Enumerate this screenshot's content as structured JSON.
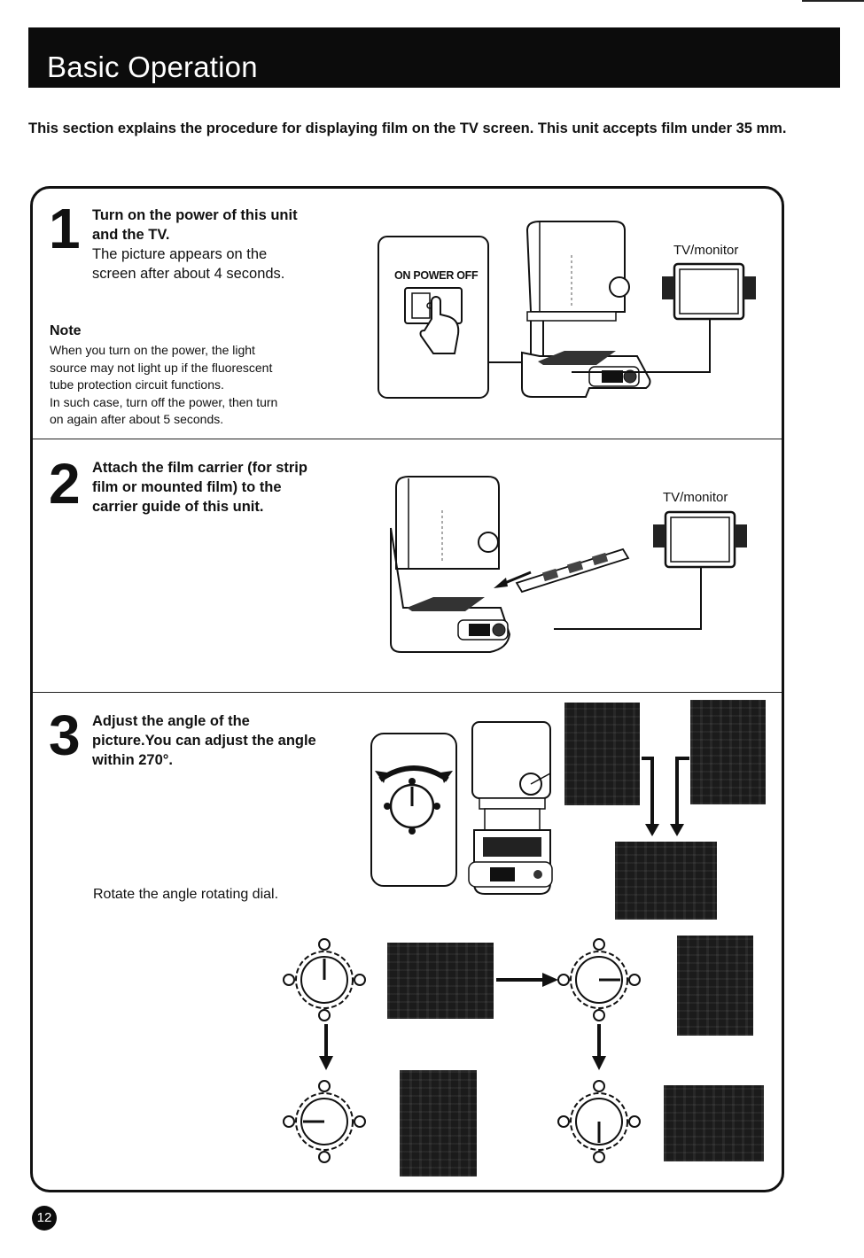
{
  "header": {
    "title": "Basic Operation"
  },
  "intro": "This section explains the procedure for displaying film on the TV screen. This unit accepts film under 35 mm.",
  "steps": [
    {
      "number": "1",
      "heading_lines": [
        "Turn on the power of this unit",
        "and the TV."
      ],
      "body_lines": [
        "The picture appears on the",
        "screen after about 4 seconds."
      ],
      "note_title": "Note",
      "note_lines": [
        "When you turn on the power, the light",
        "source may not light up if the fluorescent",
        "tube protection circuit functions.",
        "In such case, turn off the power, then turn",
        "on again after about 5 seconds."
      ],
      "switch_label": "ON POWER OFF",
      "tv_label": "TV/monitor"
    },
    {
      "number": "2",
      "heading_lines": [
        "Attach the film carrier (for strip",
        "film or mounted film) to the",
        "carrier guide of this unit."
      ],
      "tv_label": "TV/monitor"
    },
    {
      "number": "3",
      "heading_lines": [
        "Adjust the angle of the",
        "picture.You can adjust the angle",
        "within 270°."
      ],
      "caption": "Rotate the angle rotating dial."
    }
  ],
  "page_number": "12"
}
